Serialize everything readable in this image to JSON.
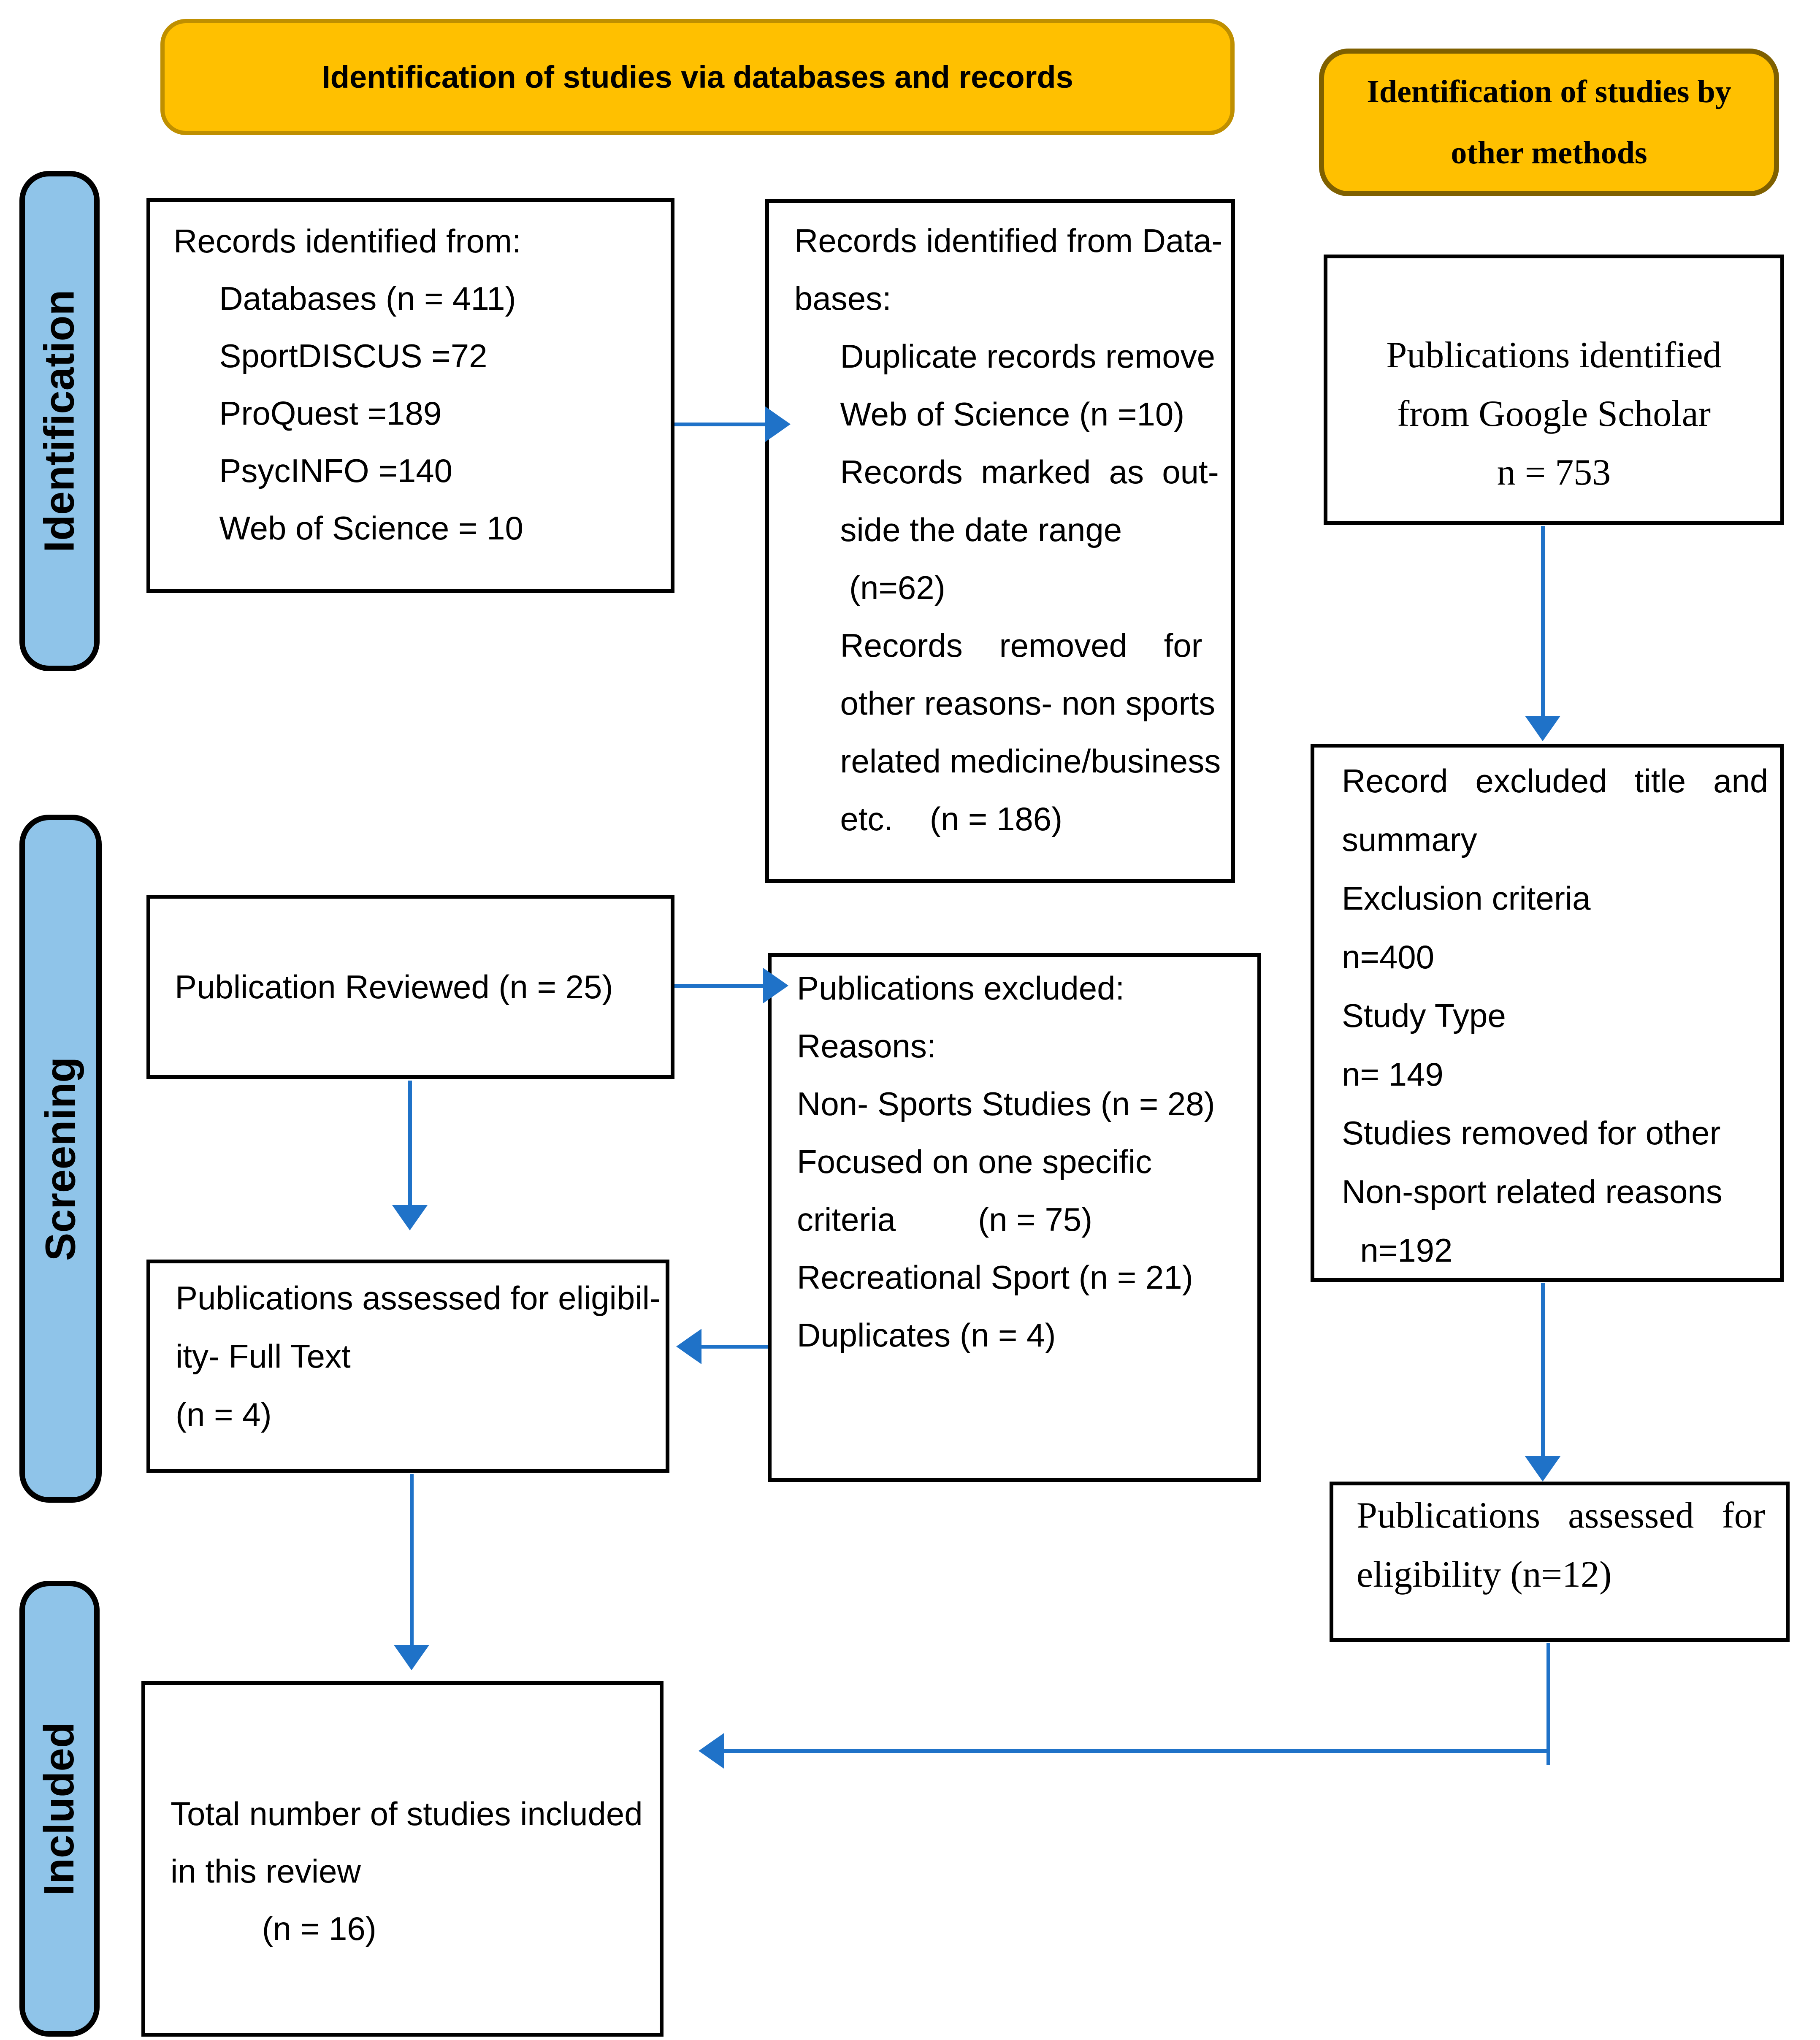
{
  "colors": {
    "header_fill": "#FFC000",
    "header_border_left": "#BF8F00",
    "header_border_right": "#7F6000",
    "sidebar_fill": "#8FC4E9",
    "sidebar_border": "#000000",
    "box_border": "#000000",
    "arrow": "#1F72C8",
    "text": "#000000"
  },
  "headers": {
    "databases": "Identification of studies via databases and records",
    "other_methods_lines": [
      "Identification of studies by",
      "other methods"
    ]
  },
  "sidebar": {
    "items": [
      {
        "label": "Identification"
      },
      {
        "label": "Screening"
      },
      {
        "label": "Included"
      }
    ]
  },
  "boxes": {
    "records_identified": {
      "lines": [
        "Records identified from:",
        "     Databases (n = 411)",
        "     SportDISCUS =72",
        "     ProQuest =189",
        "     PsycINFO =140",
        "     Web of Science = 10"
      ]
    },
    "records_removed": {
      "lines": [
        "Records identified from Data-",
        "bases:",
        "     Duplicate records remove",
        "     Web of Science (n =10)",
        "     Records  marked  as  out-",
        "     side the date range",
        "      (n=62)",
        "     Records    removed    for",
        "     other reasons- non sports",
        "     related medicine/business",
        "     etc.    (n = 186)"
      ]
    },
    "google_scholar": {
      "lines": [
        "Publications identified",
        "from Google Scholar",
        "n = 753"
      ]
    },
    "record_excluded": {
      "lines": [
        "Record   excluded   title   and",
        "summary",
        "Exclusion criteria",
        "n=400",
        "Study Type",
        "n= 149",
        "Studies removed for other",
        "Non-sport related reasons",
        "  n=192"
      ]
    },
    "publication_reviewed": {
      "text": "Publication Reviewed (n = 25)"
    },
    "publications_excluded": {
      "lines": [
        "Publications excluded:",
        "Reasons:",
        "Non- Sports Studies (n = 28)",
        "Focused on one specific",
        "criteria         (n = 75)",
        "Recreational Sport (n = 21)",
        "Duplicates (n = 4)"
      ]
    },
    "assessed_full_text": {
      "lines": [
        "Publications assessed for eligibil-",
        "ity- Full Text",
        "(n = 4)"
      ]
    },
    "assessed_eligibility": {
      "lines": [
        "Publications   assessed   for",
        "eligibility (n=12)"
      ]
    },
    "total_included": {
      "lines": [
        "Total number of studies included",
        "in this review",
        "          (n = 16)"
      ]
    }
  }
}
